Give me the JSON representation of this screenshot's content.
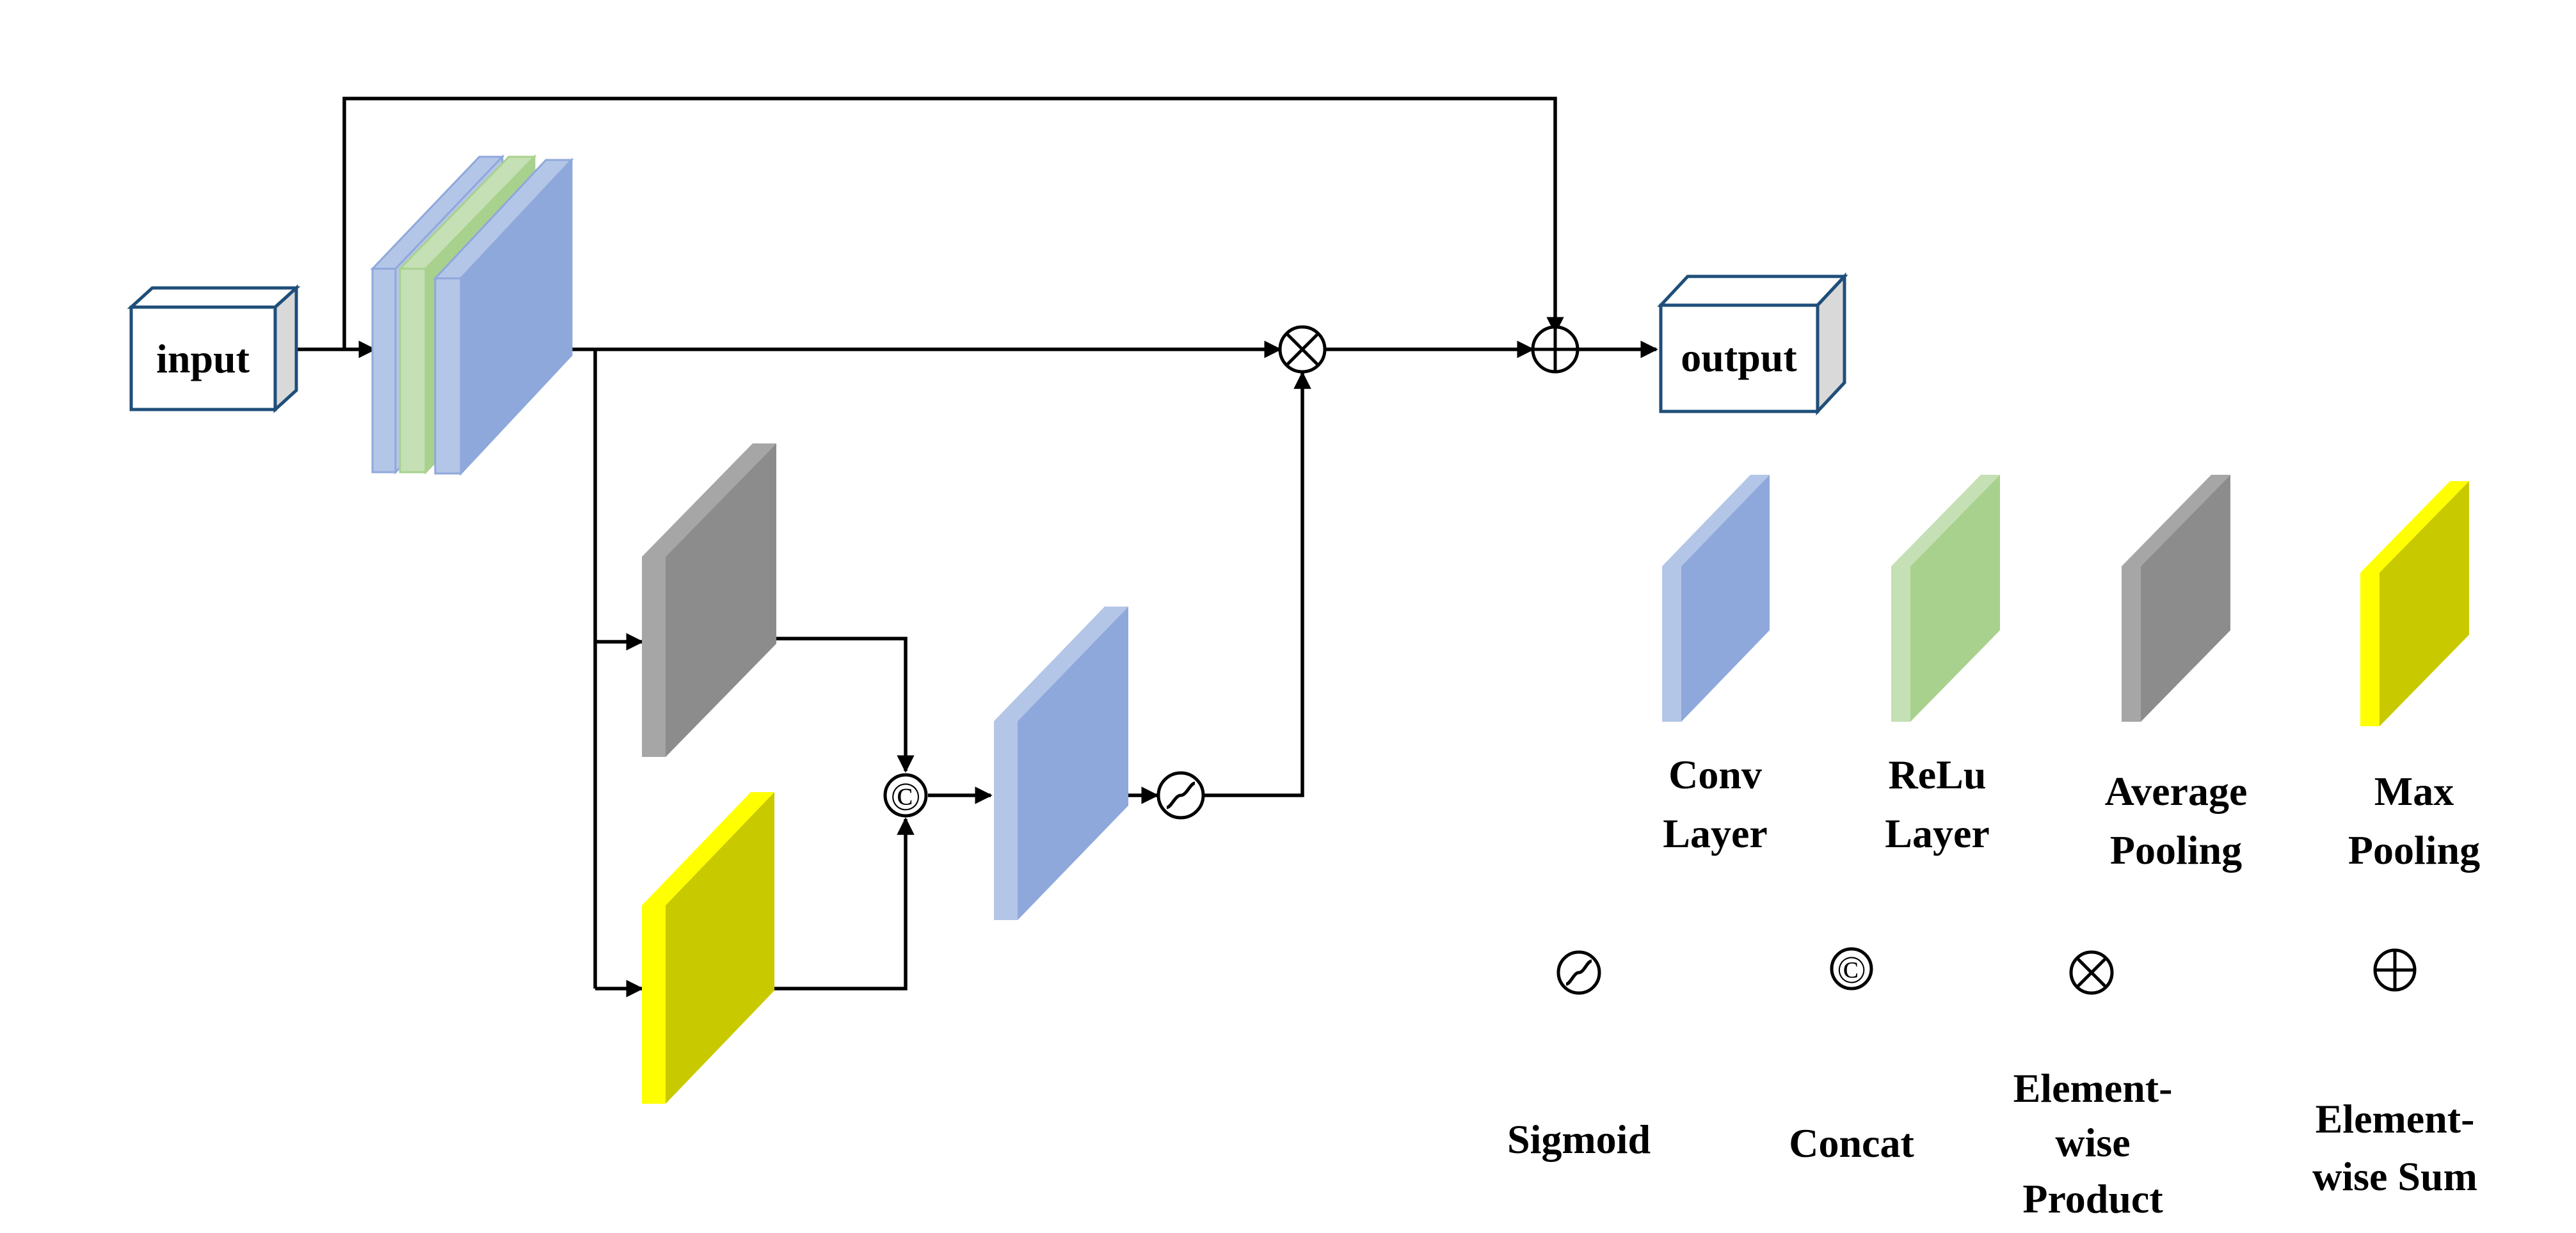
{
  "diagram": {
    "input_label": "input",
    "output_label": "output",
    "legend": {
      "conv": [
        "Conv",
        "Layer"
      ],
      "relu": [
        "ReLu",
        "Layer"
      ],
      "avg_pool": [
        "Average",
        "Pooling"
      ],
      "max_pool": [
        "Max",
        "Pooling"
      ],
      "sigmoid": [
        "Sigmoid"
      ],
      "concat": [
        "Concat"
      ],
      "product": [
        "Element-",
        "wise",
        "Product"
      ],
      "sum": [
        "Element-",
        "wise Sum"
      ]
    },
    "op_symbols": {
      "concat": "©"
    },
    "colors": {
      "conv_front": "#8fa8db",
      "conv_side": "#b4c6e7",
      "relu_front": "#a9d18e",
      "relu_side": "#c5e0b4",
      "avg_front": "#8c8c8c",
      "avg_side": "#a6a6a6",
      "max_front": "#c9c900",
      "max_side": "#ffff00",
      "box_stroke": "#1f4e79",
      "box_side": "#d9d9d9"
    }
  }
}
